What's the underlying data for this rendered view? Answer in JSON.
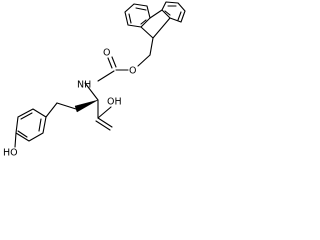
{
  "molecule": {
    "atom_labels": {
      "carbonyl_oxygen": "O",
      "ether_oxygen": "O",
      "amine": "NH",
      "acid": "OH",
      "phenol": "HO"
    }
  }
}
